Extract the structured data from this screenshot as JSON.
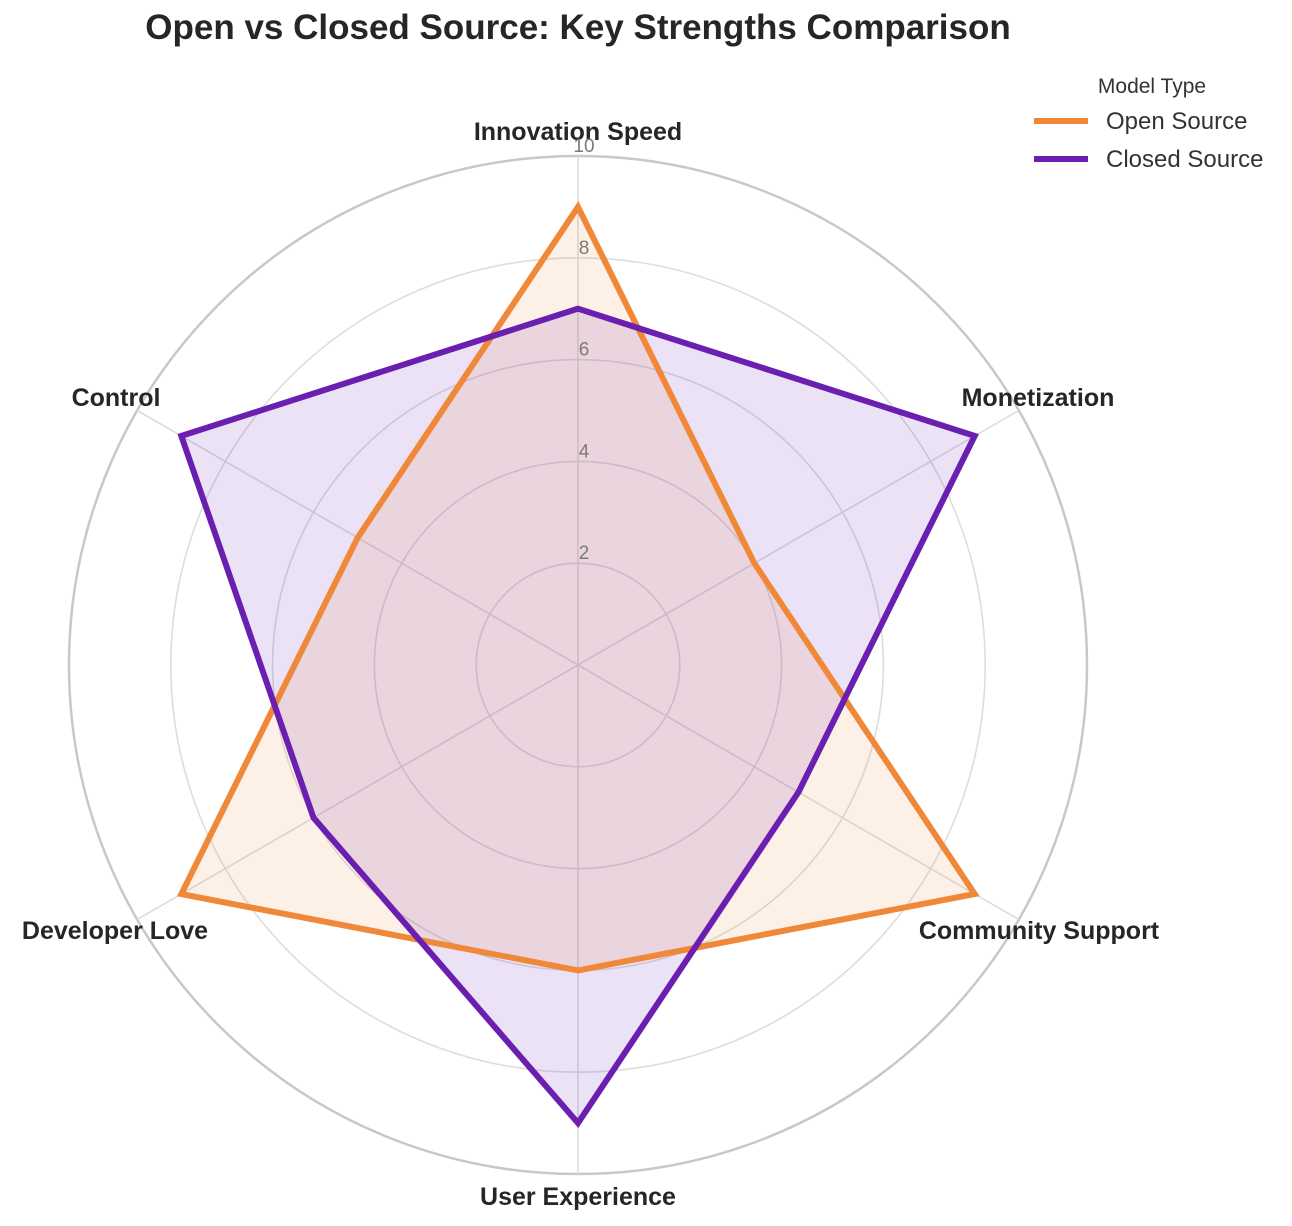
{
  "chart_data": {
    "type": "radar",
    "title": "Open vs Closed Source: Key Strengths Comparison",
    "categories": [
      "Innovation Speed",
      "Monetization",
      "Community Support",
      "User Experience",
      "Developer Love",
      "Control"
    ],
    "rlim": [
      0,
      10
    ],
    "rticks": [
      "2",
      "4",
      "6",
      "8",
      "10"
    ],
    "grid": true,
    "legend": {
      "title": "Model Type",
      "position": "top-right"
    },
    "series": [
      {
        "name": "Open Source",
        "values": [
          9,
          4,
          9,
          6,
          9,
          5
        ],
        "color": "#F0883A"
      },
      {
        "name": "Closed Source",
        "values": [
          7,
          9,
          5,
          9,
          6,
          9
        ],
        "color": "#6A1FB0"
      }
    ]
  }
}
